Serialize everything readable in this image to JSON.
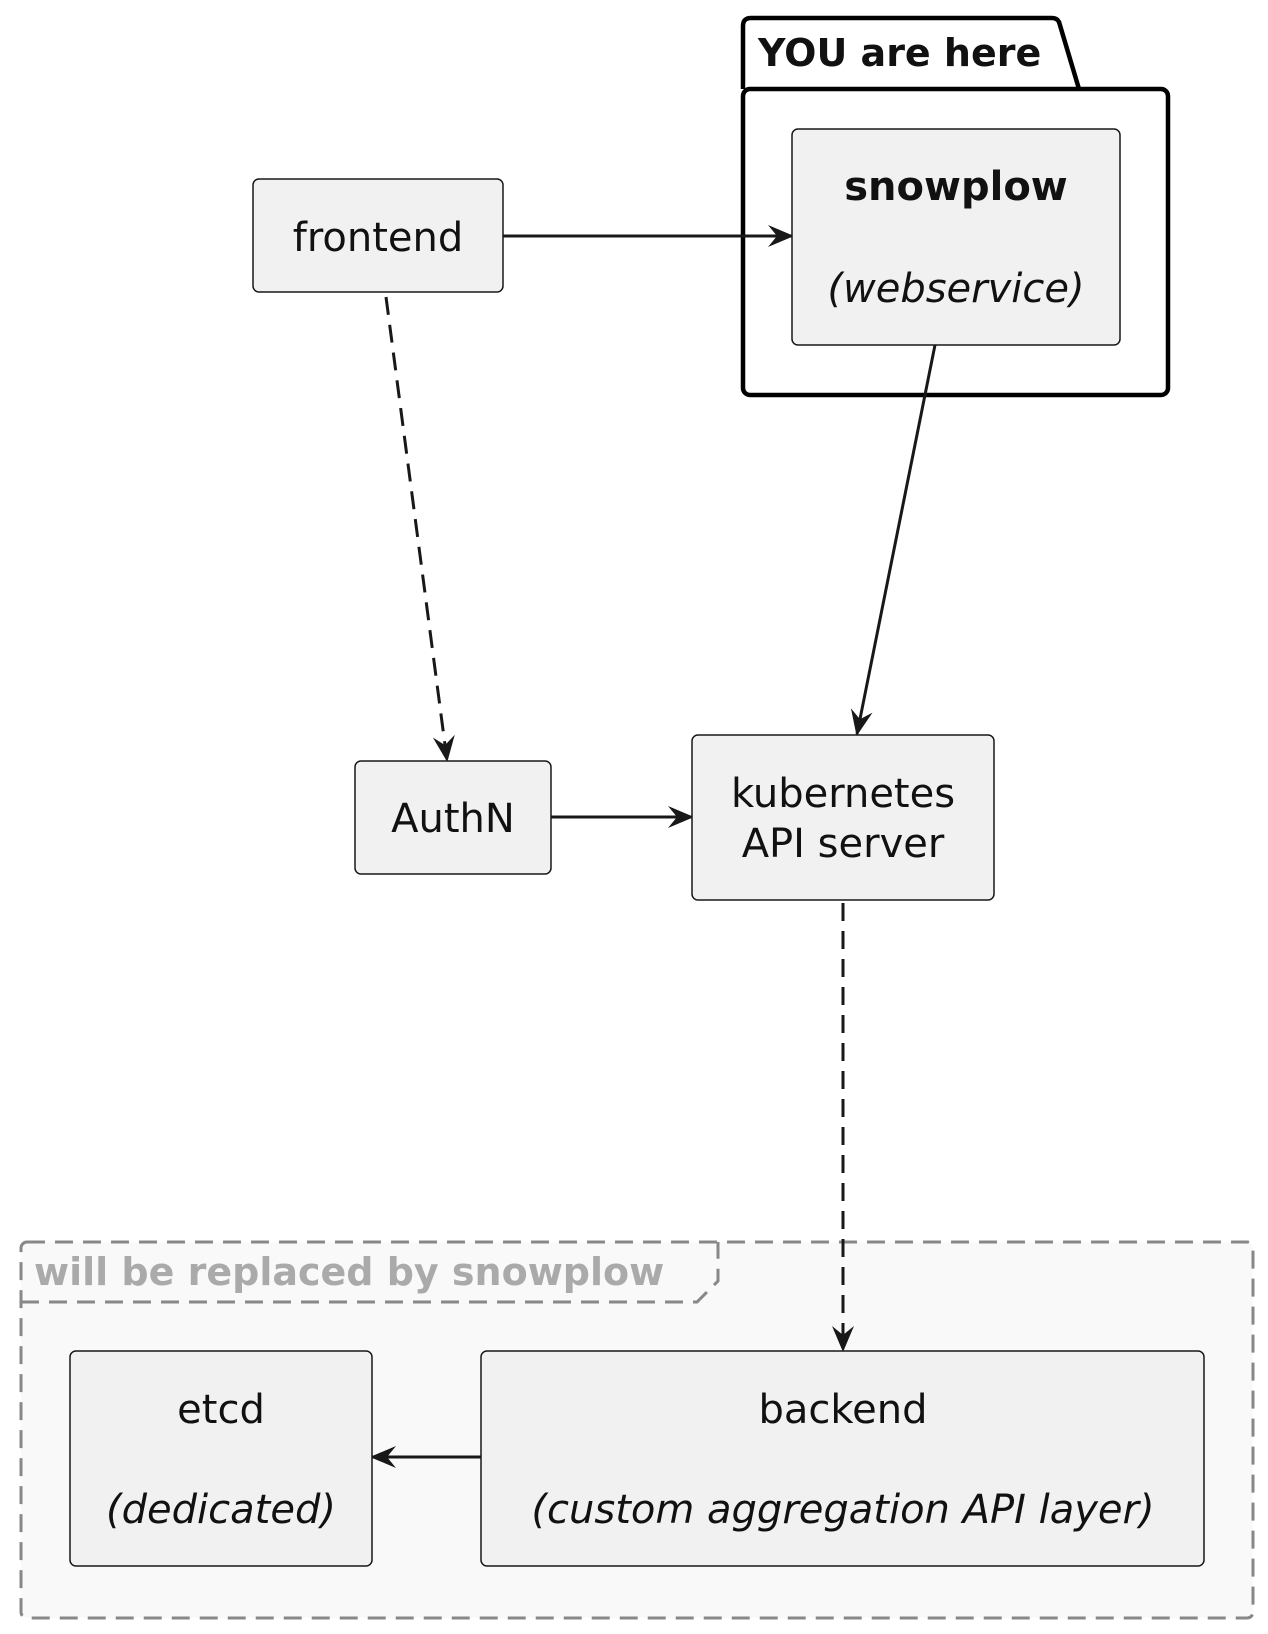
{
  "packages": {
    "you_are_here": {
      "title": "YOU are here"
    },
    "replaced": {
      "title": "will be replaced by snowplow"
    }
  },
  "nodes": {
    "frontend": {
      "label": "frontend"
    },
    "snowplow": {
      "title": "snowplow",
      "subtitle": "(webservice)"
    },
    "authn": {
      "label": "AuthN"
    },
    "kubernetes": {
      "line1": "kubernetes",
      "line2": "API server"
    },
    "etcd": {
      "title": "etcd",
      "subtitle": "(dedicated)"
    },
    "backend": {
      "title": "backend",
      "subtitle": "(custom aggregation API layer)"
    }
  },
  "edges": [
    {
      "from": "frontend",
      "to": "snowplow",
      "style": "solid"
    },
    {
      "from": "frontend",
      "to": "AuthN",
      "style": "dashed"
    },
    {
      "from": "snowplow",
      "to": "kubernetes API server",
      "style": "solid"
    },
    {
      "from": "AuthN",
      "to": "kubernetes API server",
      "style": "solid"
    },
    {
      "from": "kubernetes API server",
      "to": "backend",
      "style": "dashed"
    },
    {
      "from": "backend",
      "to": "etcd",
      "style": "solid"
    }
  ],
  "colors": {
    "node_fill": "#f1f1f1",
    "node_stroke": "#181818",
    "group_fill": "#f9f9f9",
    "group_stroke": "#888888",
    "group_title": "#aaaaaa"
  }
}
